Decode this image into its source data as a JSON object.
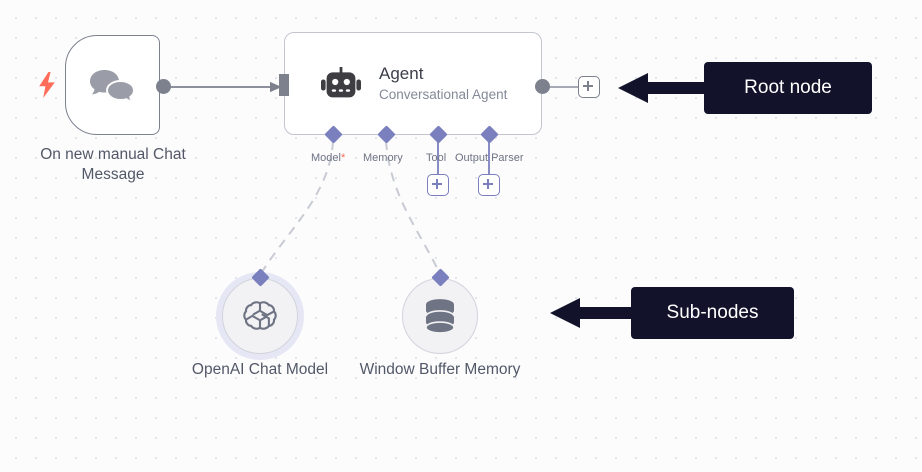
{
  "canvas": {
    "background_color": "#fcfcfd",
    "grid_dot_color": "#e4e4ec"
  },
  "nodes": {
    "trigger": {
      "label": "On new manual Chat Message",
      "icon": "chat-bubbles-icon",
      "trigger_icon": "lightning-bolt-icon",
      "icon_color": "#9a9da7",
      "bolt_color": "#ff6d5a",
      "border_color": "#7d818e"
    },
    "agent": {
      "title": "Agent",
      "subtitle": "Conversational Agent",
      "icon": "robot-icon",
      "icon_color": "#3d3d42",
      "border_color": "#c3c5d0",
      "ports": [
        {
          "name": "model",
          "label": "Model",
          "required": true,
          "required_marker": "*",
          "has_plus": false
        },
        {
          "name": "memory",
          "label": "Memory",
          "required": false,
          "has_plus": false
        },
        {
          "name": "tool",
          "label": "Tool",
          "required": false,
          "has_plus": true
        },
        {
          "name": "output_parser",
          "label": "Output Parser",
          "required": false,
          "has_plus": true
        }
      ]
    },
    "openai_chat_model": {
      "label": "OpenAI Chat Model",
      "icon": "openai-logo-icon",
      "icon_color": "#6f7484",
      "halo": true
    },
    "window_buffer_memory": {
      "label": "Window Buffer Memory",
      "icon": "database-stack-icon",
      "icon_color": "#6f7484",
      "halo": false
    }
  },
  "connector_colors": {
    "port_diamond": "#7a7fbd",
    "plus_button": "#7a7fbd",
    "edge_solid": "#7d818e",
    "edge_dashed": "#c9cbd4"
  },
  "annotations": [
    {
      "name": "root-node",
      "text": "Root node"
    },
    {
      "name": "sub-nodes",
      "text": "Sub-nodes"
    }
  ],
  "annotation_style": {
    "background": "#12132a",
    "text_color": "#ffffff"
  }
}
